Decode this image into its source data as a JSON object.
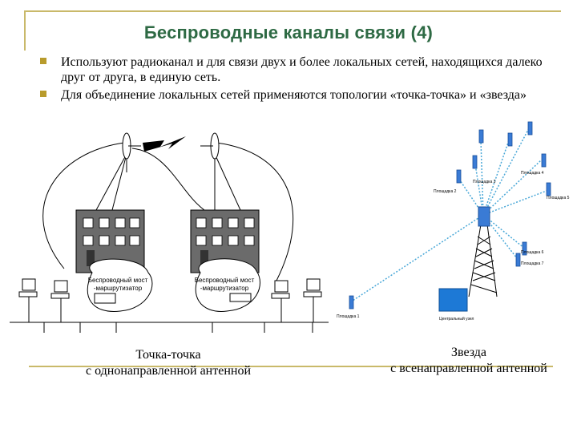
{
  "slide": {
    "title": "Беспроводные каналы связи (4)",
    "bullets": [
      "Используют радиоканал и для связи двух и более локальных сетей, находящихся далеко друг от друга, в единую сеть.",
      "Для объединение локальных сетей применяются топологии «точка-точка» и «звезда»"
    ]
  },
  "figure_left": {
    "router_label_left": [
      "Беспроводный мост",
      "-маршрутизатор"
    ],
    "router_label_right": [
      "Беспроводный мост",
      "-маршрутизатор"
    ],
    "caption": [
      "Точка-точка",
      "с однонаправленной антенной"
    ]
  },
  "figure_right": {
    "sites": [
      "Площадка 1",
      "Площадка 2",
      "Площадка 3",
      "Площадка 4",
      "Площадка 5",
      "Площадка 6",
      "Площадка 7"
    ],
    "center_label": "Центральный узел",
    "caption": [
      "Звезда",
      "с всенаправленной антенной"
    ]
  },
  "colors": {
    "title": "#2e6a44",
    "bullet": "#b89b2c",
    "frame": "#c9b96a",
    "link": "#4aa8d8",
    "building": "#6b6b6b"
  }
}
